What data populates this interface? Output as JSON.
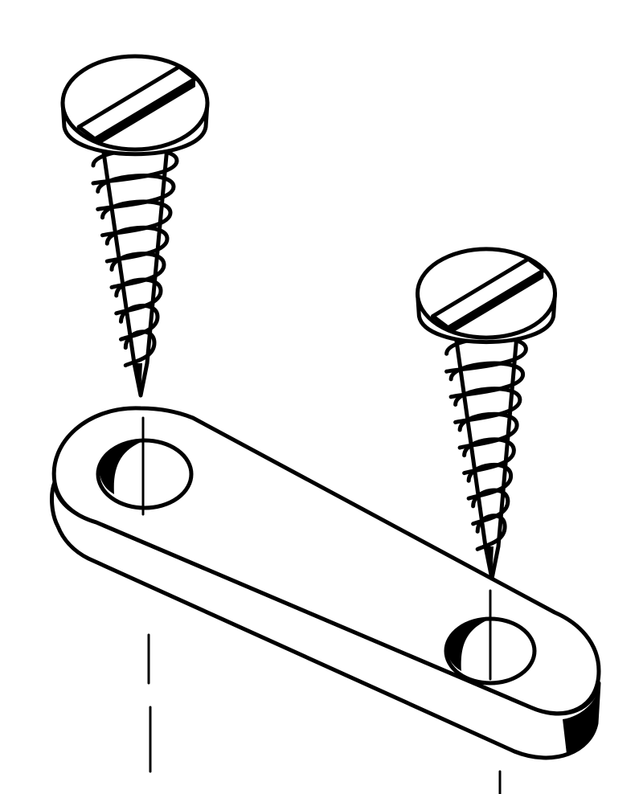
{
  "illustration": {
    "subject": [
      "screw",
      "screw",
      "plate"
    ],
    "colors": {
      "stroke": "#000000",
      "background": "#ffffff"
    }
  }
}
